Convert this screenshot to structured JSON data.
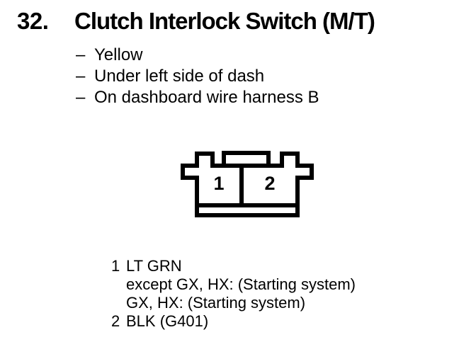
{
  "colors": {
    "ink": "#000000",
    "paper": "#ffffff"
  },
  "header": {
    "section_number": "32.",
    "title": "Clutch Interlock Switch (M/T)"
  },
  "details": {
    "bullet": "–",
    "items": [
      "Yellow",
      "Under left side of dash",
      "On dashboard wire harness B"
    ]
  },
  "connector": {
    "pins": [
      "1",
      "2"
    ]
  },
  "pin_legend": [
    {
      "num": "1",
      "lines": [
        "LT GRN",
        "except GX, HX: (Starting system)",
        "GX, HX: (Starting system)"
      ]
    },
    {
      "num": "2",
      "lines": [
        "BLK (G401)"
      ]
    }
  ]
}
